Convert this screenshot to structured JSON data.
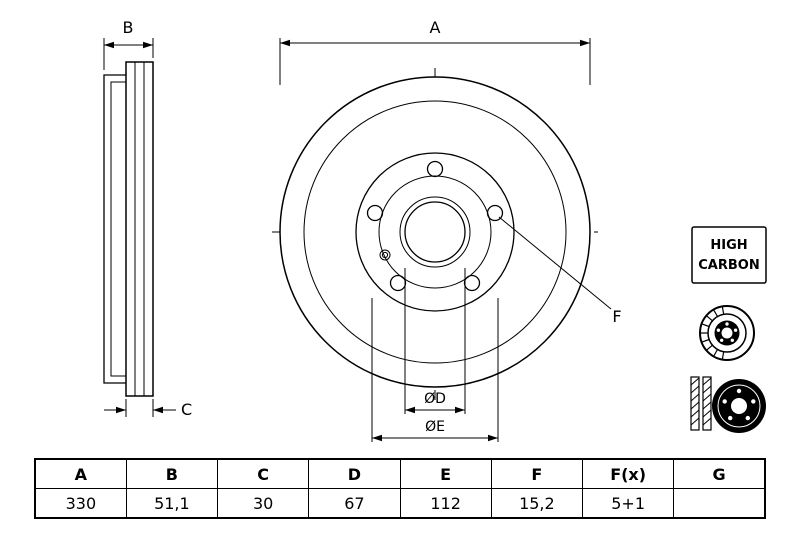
{
  "drawing": {
    "labels": {
      "a": "A",
      "b": "B",
      "c": "C",
      "d": "ØD",
      "e": "ØE",
      "f": "F"
    },
    "badge": {
      "line1": "HIGH",
      "line2": "CARBON"
    }
  },
  "table": {
    "headers": [
      "A",
      "B",
      "C",
      "D",
      "E",
      "F",
      "F(x)",
      "G"
    ],
    "values": [
      "330",
      "51,1",
      "30",
      "67",
      "112",
      "15,2",
      "5+1",
      ""
    ]
  }
}
